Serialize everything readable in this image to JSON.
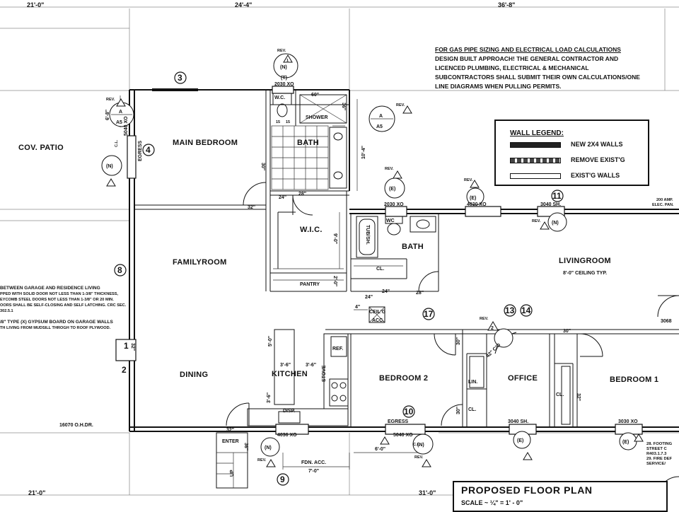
{
  "dims_top": {
    "left": "21'-0\"",
    "middle": "24'-4\"",
    "right": "36'-8\""
  },
  "dims_bottom": {
    "left": "21'-0\"",
    "right": "31'-0\""
  },
  "general_note": [
    "FOR GAS PIPE SIZING AND ELECTRICAL LOAD CALCULATIONS",
    "DESIGN BUILT APPROACH! THE GENERAL CONTRACTOR AND",
    "LICENCED PLUMBING, ELECTRICAL & MECHANICAL",
    "SUBCONTRACTORS SHALL SUBMIT THEIR OWN CALCULATIONS/ONE",
    "LINE DIAGRAMS WHEN PULLING PERMITS."
  ],
  "legend": {
    "title": "WALL LEGEND:",
    "new": "NEW  2X4 WALLS",
    "remove": "REMOVE EXIST'G",
    "existing": "EXIST'G WALLS"
  },
  "rooms": {
    "patio": "COV. PATIO",
    "main_bedroom": "MAIN BEDROOM",
    "bath1": "BATH",
    "shower": "SHOWER",
    "wic": "W.I.C.",
    "bath2": "BATH",
    "familyroom": "FAMILYROOM",
    "livingroom": "LIVINGROOM",
    "living_note": "8'-0\" CEILING TYP.",
    "pantry": "PANTRY",
    "cl": "CL.",
    "dining": "DINING",
    "kitchen": "KITCHEN",
    "bedroom2": "BEDROOM 2",
    "office": "OFFICE",
    "bedroom1": "BEDROOM 1",
    "lin": "LIN.",
    "cl2": "CL.",
    "cl3": "CL.",
    "enter": "ENTER",
    "tubsh": "TUB/SH.",
    "ref": "REF.",
    "stove": "STOVE",
    "disp": "DISP.",
    "wc1": "W.C.",
    "wc2": "WC",
    "ceilg": "CEIL'G",
    "acc": "ACC."
  },
  "windows": {
    "w_2030_top": "2030 XO",
    "w_5040": "5040 XO",
    "egress_l": "EGRESS",
    "w_2030_bath": "2030 XO",
    "w_4030": "4030 XO",
    "w_3040_sh": "3040 SH.",
    "w_3040_sh2": "3040 SH.",
    "w_3030": "3030 XO",
    "w_5040_b": "5040 XO",
    "egress_b": "EGRESS",
    "w_4036": "4036 XO",
    "ohdr": "16070 O.H.DR.",
    "w_3068": "3068",
    "elec": "200 AMP.",
    "elec2": "ELEC. PAN."
  },
  "dims": {
    "d60": "60\"",
    "d36": "36\"",
    "d10_4": "10'-4\"",
    "d6_8": "6'-8\"",
    "d30a": "30\"",
    "d24a": "24\"",
    "d28a": "28\"",
    "d32a": "32\"",
    "d9_0": "9'-0\"",
    "d2_0": "2'-0\"",
    "d24b": "24\"",
    "d24c": "24\"",
    "d28b": "28\"",
    "d4": "4\"",
    "d15a": "15",
    "d15b": "15",
    "d32b": "32\"",
    "d3_6a": "3'-6\"",
    "d3_6b": "3'-6\"",
    "d5_0": "5'-0\"",
    "d3_6c": "3'-6\"",
    "d30b": "30\"",
    "d30c": "30\"",
    "d30d": "30\"",
    "d32c": "32\"",
    "d32d": "32\"",
    "d42": "42\" C/O",
    "d6_0": "6'-0\"",
    "d7_0": "7'-0\"",
    "d36b": "36\"",
    "fdn": "FDN. ACC.",
    "up": "UP",
    "cl_a": "C.L.",
    "cl_b": "C.L."
  },
  "tags": [
    "3",
    "4",
    "8",
    "9",
    "10",
    "11",
    "13",
    "14",
    "17",
    "1",
    "2"
  ],
  "revs": {
    "rev": "REV.",
    "one": "1",
    "two": "2",
    "n": "(N)",
    "e": "(E)",
    "t": "(T)",
    "a": "A",
    "a5": "A5"
  },
  "garage_note": {
    "l1": "BETWEEN GARAGE AND RESIDENCE LIVING",
    "l2": "PPED WITH SOLID DOOR NOT LESS THAN 1-3/8\" THICKNESS,",
    "l3": "EYCOMB STEEL DOORS NOT LESS THAN 1-3/8\" OR 20 MIN.",
    "l4": "OORS SHALL BE SELF-CLOSING AND SELF LATCHING. CRC SEC. 302.5.1",
    "l5": "/8\" TYPE (X) GYPSUM BOARD ON GARAGE WALLS",
    "l6": "TH LIVING FROM MUDSILL THROGH TO ROOF PLYWOOD."
  },
  "code_note": [
    "28. FOOTING",
    "STREET C",
    "R403.1.7.3",
    "29. FIRE DEF",
    "SERVICE/"
  ],
  "title_block": {
    "title": "PROPOSED FLOOR PLAN",
    "scale": "SCALE ~ ¼\" = 1' - 0\""
  }
}
